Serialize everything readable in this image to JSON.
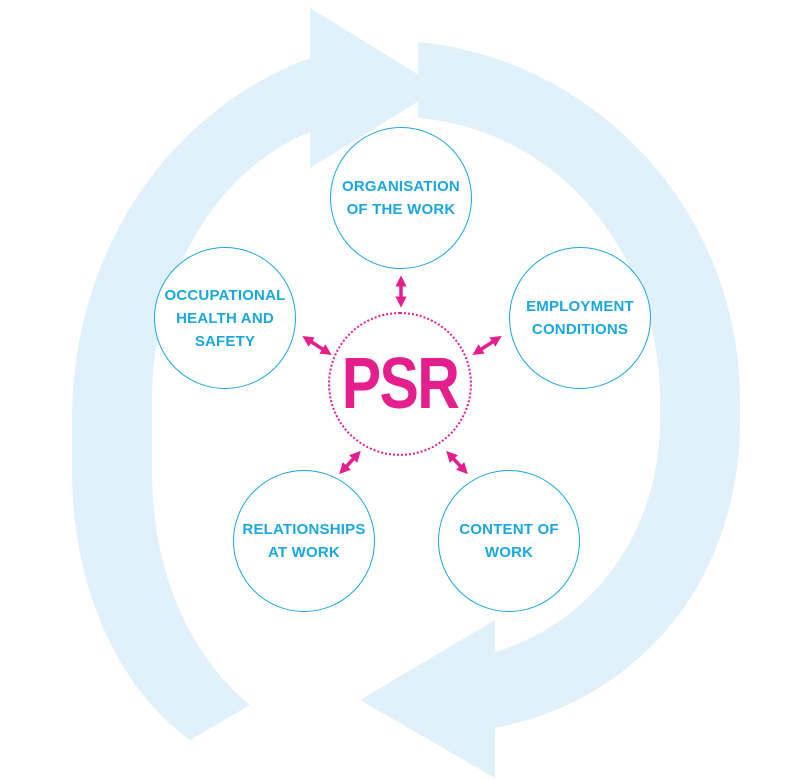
{
  "colors": {
    "arrow_fill": "#e0f1fb",
    "node_blue": "#1aa7e0",
    "accent_pink": "#e51e8d"
  },
  "center": {
    "label": "PSR"
  },
  "nodes": [
    {
      "id": "organisation",
      "label_line1": "ORGANISATION",
      "label_line2": "OF THE WORK"
    },
    {
      "id": "employment",
      "label_line1": "EMPLOYMENT",
      "label_line2": "CONDITIONS"
    },
    {
      "id": "content",
      "label_line1": "CONTENT OF",
      "label_line2": "WORK"
    },
    {
      "id": "relationships",
      "label_line1": "RELATIONSHIPS",
      "label_line2": "AT WORK"
    },
    {
      "id": "occupational",
      "label_line1": "OCCUPATIONAL",
      "label_line2": "HEALTH AND SAFETY"
    }
  ]
}
